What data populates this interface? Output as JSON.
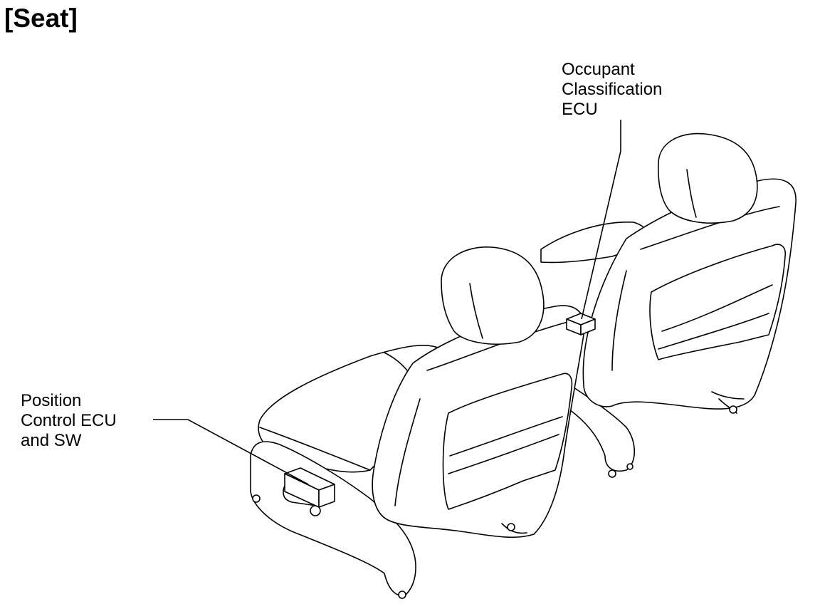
{
  "title": "[Seat]",
  "labels": {
    "occupant_ecu": [
      "Occupant",
      "Classification",
      "ECU"
    ],
    "position_ecu": [
      "Position",
      "Control ECU",
      "and SW"
    ]
  }
}
